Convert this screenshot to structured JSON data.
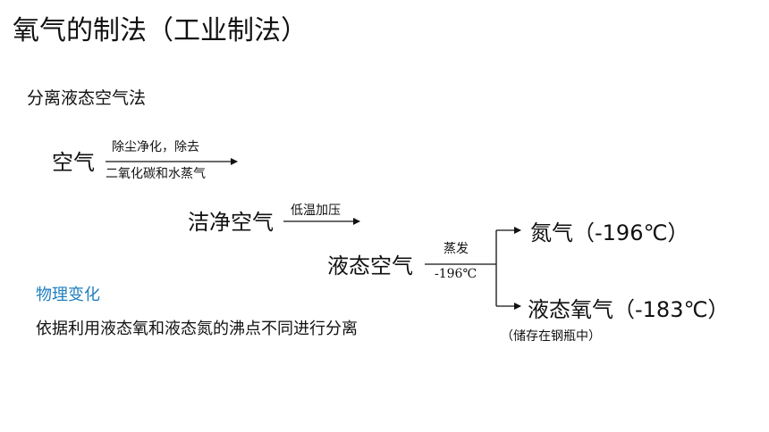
{
  "slide": {
    "title": "氧气的制法（工业制法）",
    "subtitle": "分离液态空气法"
  },
  "flow": {
    "air": "空气",
    "step1_top": "除尘净化，除去",
    "step1_bottom": "二氧化碳和水蒸气",
    "clean_air": "洁净空气",
    "step2_top": "低温加压",
    "liquid_air": "液态空气",
    "step3_top": "蒸发",
    "step3_bottom": "-196℃",
    "nitrogen": "氮气（-196℃）",
    "liquid_oxygen": "液态氧气（-183℃）",
    "storage_note": "（储存在钢瓶中）"
  },
  "notes": {
    "change_type": "物理变化",
    "principle": "依据利用液态氧和液态氮的沸点不同进行分离"
  },
  "colors": {
    "text": "#111111",
    "accent_blue": "#1f7fc0"
  }
}
